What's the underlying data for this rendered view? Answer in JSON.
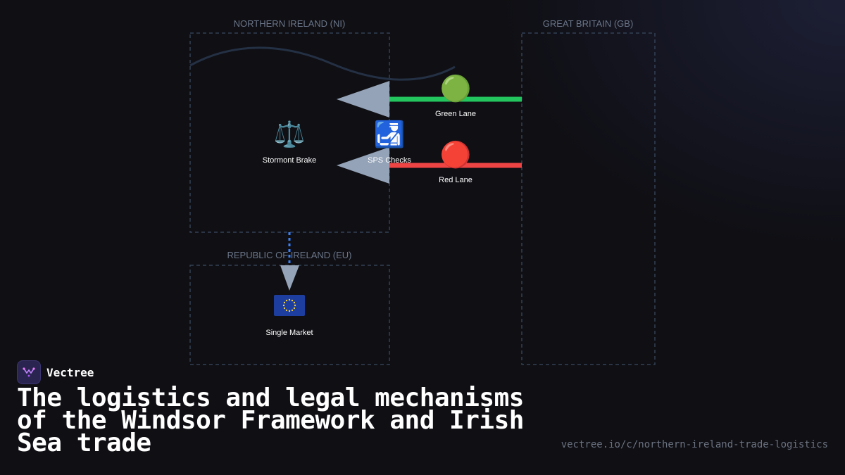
{
  "brand": {
    "name": "Vectree"
  },
  "title": "The logistics and legal mechanisms of the Windsor Framework and Irish Sea trade",
  "url": "vectree.io/c/northern-ireland-trade-logistics",
  "colors": {
    "green_lane": "#22c55e",
    "red_lane": "#ef4444",
    "eu_link": "#3b82f6",
    "arrow": "#94a3b8",
    "region_border": "#334155"
  },
  "regions": {
    "ni": "NORTHERN IRELAND (NI)",
    "gb": "GREAT BRITAIN (GB)",
    "roi": "REPUBLIC OF IRELAND (EU)"
  },
  "nodes": {
    "green_lane": {
      "label": "Green Lane",
      "icon": "🟢",
      "icon_name": "green-circle-icon"
    },
    "red_lane": {
      "label": "Red Lane",
      "icon": "🔴",
      "icon_name": "red-circle-icon"
    },
    "stormont_brake": {
      "label": "Stormont Brake",
      "icon": "⚖️",
      "icon_name": "scales-icon"
    },
    "sps_checks": {
      "label": "SPS Checks",
      "icon": "🛃",
      "icon_name": "customs-icon"
    },
    "single_market": {
      "label": "Single Market",
      "icon": "🇪🇺",
      "icon_name": "eu-flag-icon"
    }
  }
}
